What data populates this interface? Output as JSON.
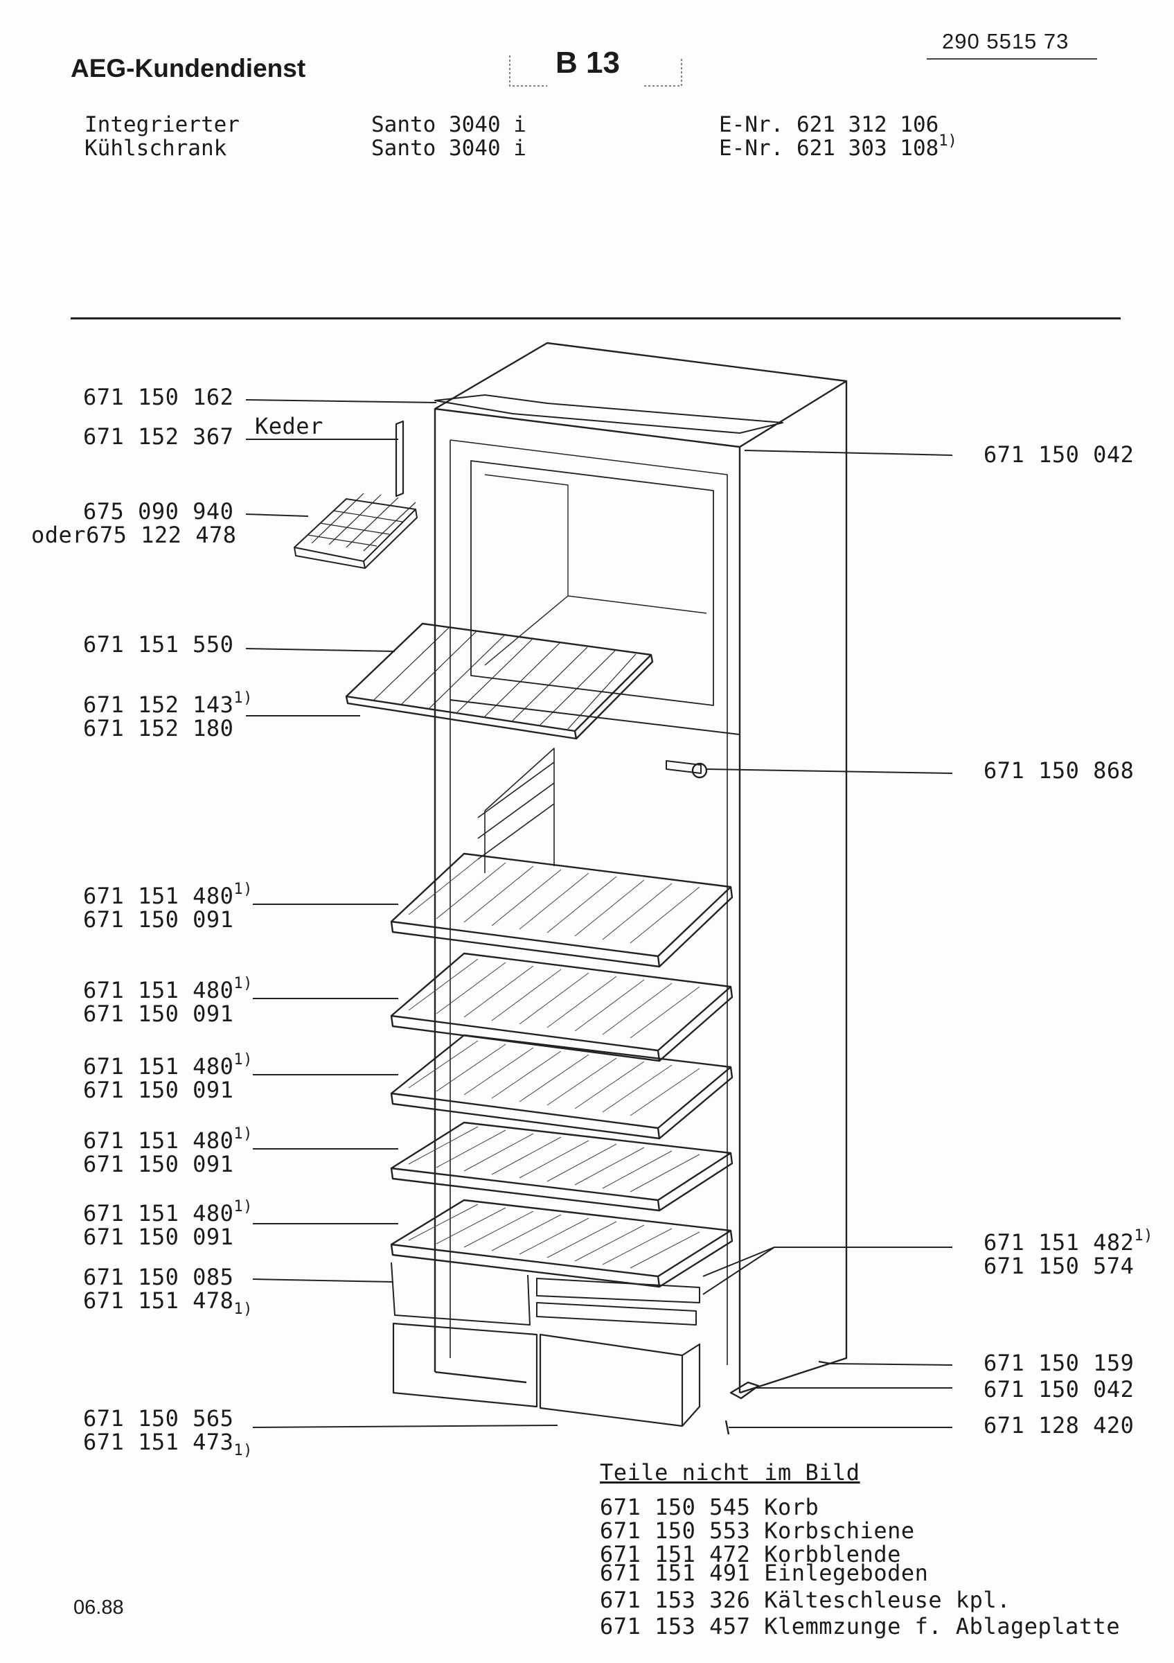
{
  "header": {
    "brand": "AEG-Kundendienst",
    "sheet": "B 13",
    "doc_number": "290 5515 73",
    "product_line1": "Integrierter",
    "product_line2": "Kühlschrank",
    "model_line1": "Santo 3040 i",
    "model_line2": "Santo 3040 i",
    "enr_line1": "E-Nr. 621 312 106",
    "enr_line2": "E-Nr. 621 303 108",
    "footnote_mark": "1)"
  },
  "callouts": {
    "top_left": [
      {
        "lines": [
          "671 150 162"
        ]
      },
      {
        "lines": [
          "671 152 367"
        ],
        "tag": "Keder"
      },
      {
        "lines": [
          "675 090 940",
          "675 122 478"
        ],
        "prefix": "oder"
      },
      {
        "lines": [
          "671 151 550"
        ]
      },
      {
        "lines": [
          "671 152 143",
          "671 152 180"
        ],
        "mark_line": 0
      }
    ],
    "shelves": [
      {
        "lines": [
          "671 151 480",
          "671 150 091"
        ],
        "mark_line": 0
      },
      {
        "lines": [
          "671 151 480",
          "671 150 091"
        ],
        "mark_line": 0
      },
      {
        "lines": [
          "671 151 480",
          "671 150 091"
        ],
        "mark_line": 0
      },
      {
        "lines": [
          "671 151 480",
          "671 150 091"
        ],
        "mark_line": 0
      },
      {
        "lines": [
          "671 151 480",
          "671 150 091"
        ],
        "mark_line": 0
      }
    ],
    "drawers": [
      {
        "lines": [
          "671 150 085",
          "671 151 478"
        ],
        "mark_line": 1
      },
      {
        "lines": [
          "671 150 565",
          "671 151 473"
        ],
        "mark_line": 1
      }
    ],
    "right": [
      {
        "lines": [
          "671 150 042"
        ]
      },
      {
        "lines": [
          "671 150 868"
        ]
      },
      {
        "lines": [
          "671 151 482",
          "671 150 574"
        ],
        "mark_line": 0
      },
      {
        "lines": [
          "671 150 159"
        ]
      },
      {
        "lines": [
          "671 150 042"
        ]
      },
      {
        "lines": [
          "671 128 420"
        ]
      }
    ]
  },
  "not_shown": {
    "title": "Teile nicht im Bild",
    "items": [
      {
        "number": "671 150 545",
        "name": "Korb"
      },
      {
        "number": "671 150 553",
        "name": "Korbschiene"
      },
      {
        "number": "671 151 472",
        "name": "Korbblende"
      },
      {
        "number": "671 151 491",
        "name": "Einlegeboden"
      },
      {
        "number": "671 153 326",
        "name": "Kälteschleuse kpl."
      },
      {
        "number": "671 153 457",
        "name": "Klemmzunge f. Ablageplatte"
      }
    ]
  },
  "footer": {
    "date": "06.88"
  }
}
